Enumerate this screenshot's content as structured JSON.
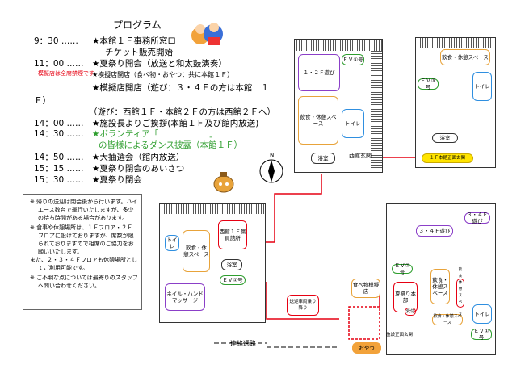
{
  "program": {
    "title": "プログラム",
    "items": [
      {
        "time": "9：30 ……",
        "text": "★本館１Ｆ事務所窓口"
      },
      {
        "time": "",
        "text": "チケット販売開始"
      },
      {
        "time": "11：00 ……",
        "text": "★夏祭り開会（放送と和太鼓演奏）"
      },
      {
        "time": "",
        "text": "★模擬店開店（食べ物・おやつ：共に本館１Ｆ）"
      },
      {
        "time": "",
        "text": "★模擬店開店（遊び：３・４Ｆの方は本館　１"
      },
      {
        "time": "",
        "text": "Ｆ）"
      },
      {
        "time": "",
        "text": "（遊び：西館１Ｆ・本館２Ｆの方は西館２Ｆへ）"
      },
      {
        "time": "14：00 ……",
        "text": "★施設長よりご挨拶(本館１Ｆ及び館内放送)"
      },
      {
        "time": "14：30 ……",
        "text": "★ボランティア「　　　　　　」"
      },
      {
        "time": "",
        "text": "の皆様によるダンス披露（本館１Ｆ）"
      },
      {
        "time": "14：50 ……",
        "text": "★大抽選会（館内放送）"
      },
      {
        "time": "15：15 ……",
        "text": "★夏祭り閉会のあいさつ"
      },
      {
        "time": "15：30 ……",
        "text": "★夏祭り閉会"
      }
    ],
    "red_note": "模擬店は全席禁煙です"
  },
  "notes": [
    "帰りの送迎は閉会後から行います。ハイエース数台で運行いたしますが、多少の待ち時間がある場合があります。",
    "食事や休憩場所は、１Ｆフロア・２Ｆフロアに設けておりますが、席数が限られておりますので相席のご協力をお願いいたします。",
    "また、２・３・４Ｆフロアも休憩場所としてご利用可能です。",
    "ご不明な点については最寄りのスタッフへ問い合わせください。"
  ],
  "map": {
    "compass": "N",
    "route_label_top": "西館玄関",
    "corridor_label": "連絡通路",
    "top_left": {
      "rooms": [
        "１・２Ｆ遊び",
        "飲食・休憩スペース",
        "トイレ",
        "ＥＶ①号",
        "浴室"
      ]
    },
    "top_right": {
      "rooms": [
        "飲食・休憩スペース",
        "ＥＶ③号",
        "トイレ",
        "浴室"
      ],
      "entrance": "１Ｆ本館正面玄関"
    },
    "west": {
      "rooms": [
        "トイレ",
        "飲食・休憩スペース",
        "西館１Ｆ職員詰所",
        "浴室",
        "ＥＶ①号",
        "ネイル・ハンドマッサージ"
      ]
    },
    "main": {
      "rooms": [
        "３・４Ｆ遊び",
        "３・４Ｆ遊び",
        "ＥＶ②号",
        "食べ物模擬店",
        "夏祭り本部",
        "受付",
        "飲食・休憩スペース",
        "飲食休憩スペース",
        "飲食・休憩スペース",
        "トイレ",
        "ＥＶ①号",
        "送迎車両乗り降り",
        "おやつ",
        "施設正面玄関"
      ]
    }
  }
}
